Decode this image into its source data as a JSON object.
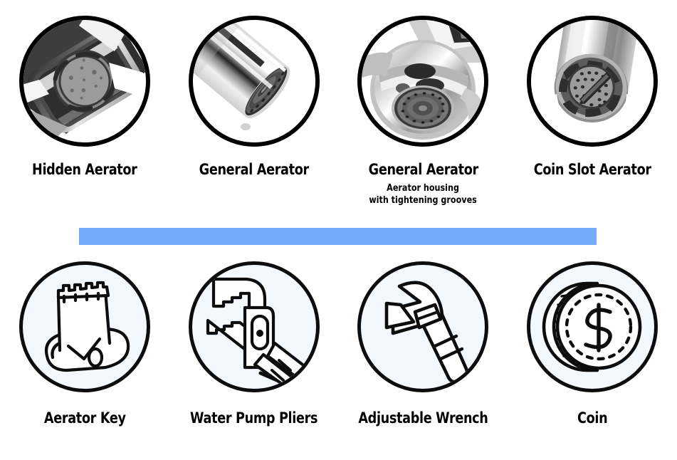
{
  "theme": {
    "divider_color": "#74abf8",
    "icon_circle_fill": "#f2f8fe",
    "outline_color": "#000000",
    "page_background": "#ffffff"
  },
  "divider": {
    "name": "section-divider-bar"
  },
  "aerator_row": {
    "items": [
      {
        "icon": "hidden-aerator-photo",
        "label": "Hidden Aerator",
        "sublines": []
      },
      {
        "icon": "general-aerator-photo",
        "label": "General Aerator",
        "sublines": []
      },
      {
        "icon": "general-aerator-housing-photo",
        "label": "General Aerator",
        "sublines": [
          "Aerator housing",
          "with tightening grooves"
        ]
      },
      {
        "icon": "coin-slot-aerator-photo",
        "label": "Coin Slot Aerator",
        "sublines": []
      }
    ]
  },
  "tool_row": {
    "items": [
      {
        "icon": "aerator-key-icon",
        "label": "Aerator Key"
      },
      {
        "icon": "water-pump-pliers-icon",
        "label": "Water Pump Pliers"
      },
      {
        "icon": "adjustable-wrench-icon",
        "label": "Adjustable Wrench"
      },
      {
        "icon": "coin-icon",
        "label": "Coin"
      }
    ]
  }
}
